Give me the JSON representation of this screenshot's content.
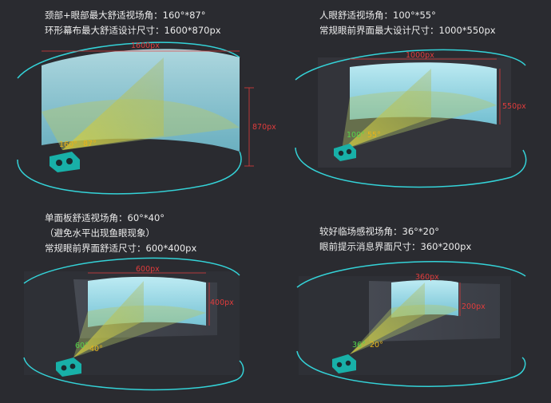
{
  "panels": [
    {
      "lines": [
        "颈部+眼部最大舒适视场角：160°*87°",
        "环形幕布最大舒适设计尺寸：1600*870px"
      ],
      "width_label": "1600px",
      "height_label": "870px",
      "h_angle": "160°",
      "v_angle": "87°"
    },
    {
      "lines": [
        "人眼舒适视场角：100°*55°",
        "常规眼前界面最大设计尺寸：1000*550px"
      ],
      "width_label": "1000px",
      "height_label": "550px",
      "h_angle": "100°",
      "v_angle": "55°"
    },
    {
      "lines": [
        "单面板舒适视场角：60°*40°",
        "（避免水平出现鱼眼现象）",
        "常规眼前界面舒适尺寸：600*400px"
      ],
      "width_label": "600px",
      "height_label": "400px",
      "h_angle": "60°",
      "v_angle": "40°"
    },
    {
      "lines": [
        "较好临场感视场角：36°*20°",
        "眼前提示消息界面尺寸：360*200px"
      ],
      "width_label": "360px",
      "height_label": "200px",
      "h_angle": "36°",
      "v_angle": "20°"
    }
  ],
  "colors": {
    "ring": "#34d3d8",
    "screen": "#a8ecf8",
    "cone": "#c8c24a",
    "dimension": "#e03c3c",
    "headset": "#18b0a8"
  }
}
